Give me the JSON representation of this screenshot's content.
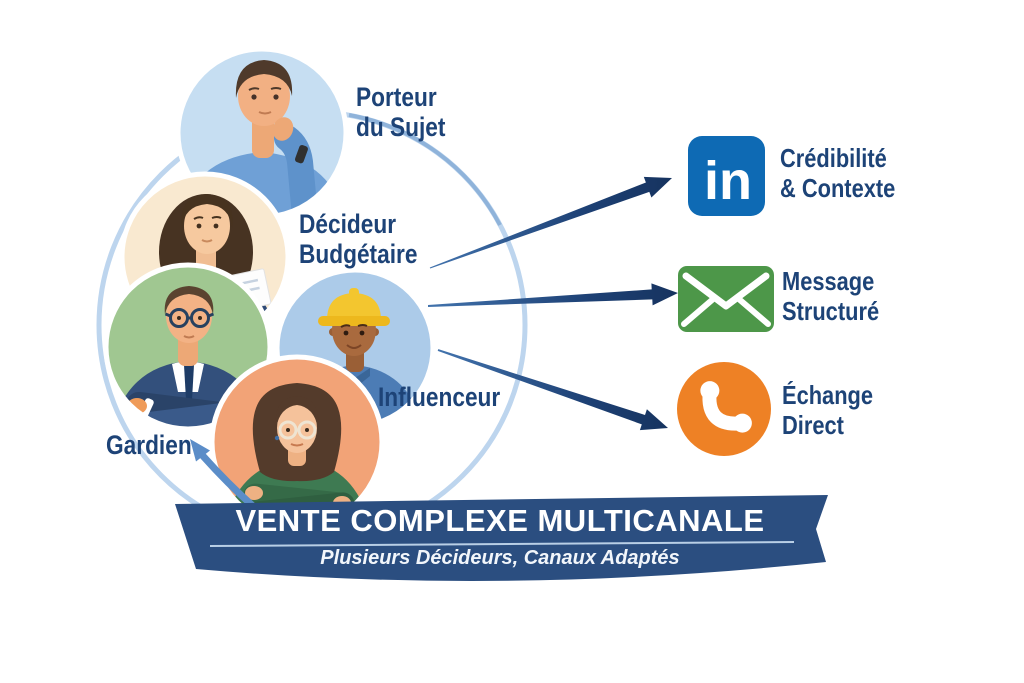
{
  "personas": {
    "porteur": {
      "line1": "Porteur",
      "line2": "du Sujet"
    },
    "decideur": {
      "line1": "Décideur",
      "line2": "Budgétaire"
    },
    "influenceur": {
      "line1": "Influenceur"
    },
    "gardien": {
      "line1": "Gardien"
    }
  },
  "channels": {
    "linkedin": {
      "icon": "linkedin-icon",
      "icon_text": "in",
      "line1": "Crédibilité",
      "line2": "& Contexte",
      "color": "#0e6ab4"
    },
    "email": {
      "icon": "email-icon",
      "line1": "Message",
      "line2": "Structuré",
      "color": "#4d9749"
    },
    "phone": {
      "icon": "phone-icon",
      "line1": "Échange",
      "line2": "Direct",
      "color": "#ee8125"
    }
  },
  "banner": {
    "title": "VENTE COMPLEXE MULTICANALE",
    "subtitle": "Plusieurs Décideurs, Canaux Adaptés"
  },
  "colors": {
    "label_text": "#1d4377",
    "banner_bg": "#2b4e80",
    "arrow_dark": "#1d4074",
    "gardien_arrow": "#5b8dc8",
    "network_circle": "#bdd5ee",
    "circle_porteur": "#c6def2",
    "circle_decideur": "#f9e9d0",
    "circle_green": "#a0c791",
    "circle_worker": "#accbe9",
    "circle_gardien": "#f2a377"
  }
}
